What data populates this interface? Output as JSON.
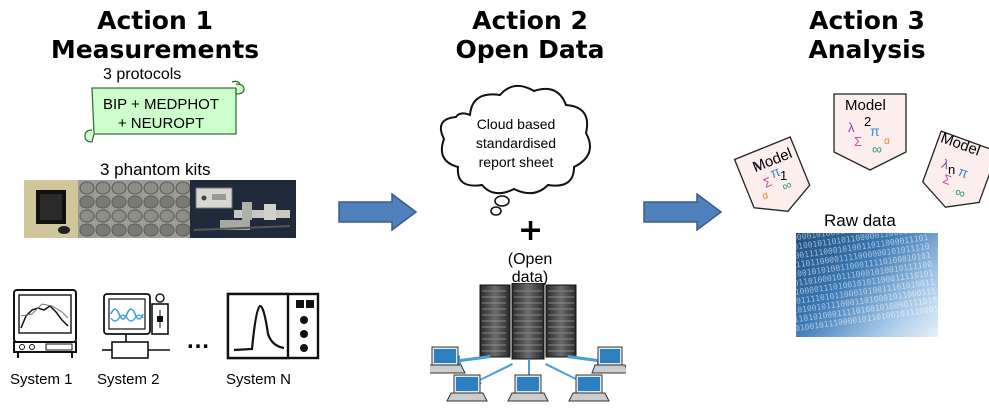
{
  "actions": [
    {
      "title_line1": "Action 1",
      "title_line2": "Measurements"
    },
    {
      "title_line1": "Action 2",
      "title_line2": "Open Data"
    },
    {
      "title_line1": "Action 3",
      "title_line2": "Analysis"
    }
  ],
  "action1": {
    "protocols_label": "3 protocols",
    "protocols_line1": "BIP + MEDPHOT",
    "protocols_line2": "+ NEUROPT",
    "kits_label": "3 phantom kits",
    "systems": [
      "System 1",
      "System 2",
      "System N"
    ],
    "ellipsis": "…"
  },
  "action2": {
    "cloud_line1": "Cloud based",
    "cloud_line2": "standardised",
    "cloud_line3": "report sheet",
    "plus": "+",
    "open_data_line1": "(Open",
    "open_data_line2": "data)"
  },
  "action3": {
    "models": [
      "Model 1",
      "Model 2",
      "Model n"
    ],
    "model_word": "Model",
    "model_suffixes": [
      "1",
      "2",
      "n"
    ],
    "raw_label": "Raw data",
    "raw_digits": "1000101010001011110001110000101\n0110000101000001111000011101001\n0100100101101011000001100000111\n1000011110001010011011000011101\n0011101100001111000000101011110\n1110010101001100011110100010101\n0101101000101110001010010111100\n1010000111010010101100011110101\n0001111010110001010011101010011\n1101001011100011010001011000111\n0110101000111101001010000111010\n1010010111000010110100101110001"
  },
  "colors": {
    "arrow_fill": "#4f81bd",
    "arrow_stroke": "#385d8a",
    "scroll_fill": "#ccffcc",
    "card_fill": "#fdeeee",
    "screen_blue": "#3a9ad9"
  }
}
